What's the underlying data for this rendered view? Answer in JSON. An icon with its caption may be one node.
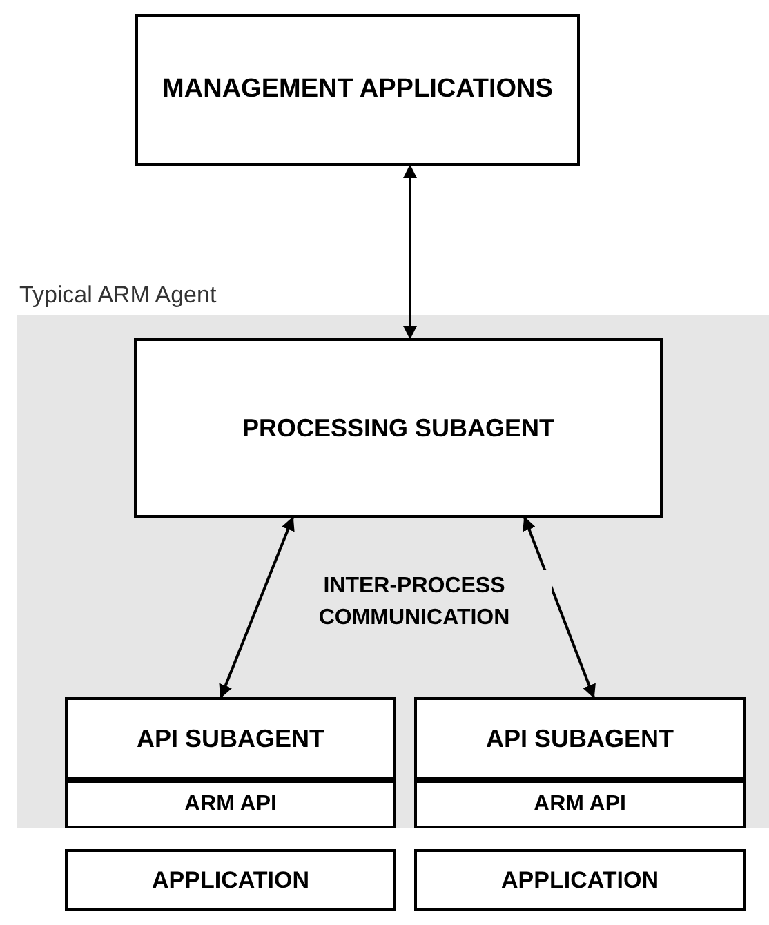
{
  "diagram": {
    "nodes": [
      {
        "text": [
          "MANAGEMENT APPLICATIONS"
        ]
      },
      {
        "text": [
          "Typical ARM Agent"
        ]
      },
      {
        "text": [
          "PROCESSING SUBAGENT"
        ],
        "in": 1
      },
      {
        "text": [
          "API SUBAGENT"
        ],
        "in": 1
      },
      {
        "text": [
          "ARM API"
        ],
        "in": 1
      },
      {
        "text": [
          "API SUBAGENT"
        ],
        "in": 1
      },
      {
        "text": [
          "ARM API"
        ],
        "in": 1
      },
      {
        "text": [
          "APPLICATION"
        ]
      },
      {
        "text": [
          "APPLICATION"
        ]
      }
    ],
    "edges": [
      {
        "from": 0,
        "to": 2,
        "arrow": "both"
      },
      {
        "from": 2,
        "to": 3,
        "arrow": "both"
      },
      {
        "from": 2,
        "to": 5,
        "arrow": "both"
      }
    ],
    "labels": [
      "INTER-PROCESS COMMUNICATION"
    ]
  }
}
